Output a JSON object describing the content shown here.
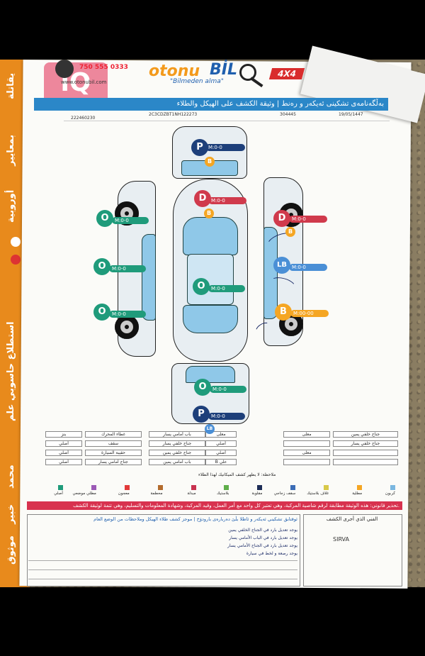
{
  "spine": {
    "vertical_texts": [
      "يقاتلة",
      "بمعايير",
      "أوروبية",
      "استطلاع حاسوبي علم",
      "محمد",
      "خبير",
      "موثوق"
    ]
  },
  "header": {
    "phone": "750 555 0333",
    "website": "www.otonubil.com",
    "logo_part1": "otonu",
    "logo_part2": "BİL",
    "slogan": "\"Bilmeden alma\"",
    "badge": "4X4",
    "watermark": "iQ",
    "title": "بەڵگەنامەی تشکینی ئەیکەر و رەنط | وثيقة الكشف على الهيكل والطلاء"
  },
  "info_row": {
    "serial": "222460230",
    "vin": "2C3CDZBT1NH122273",
    "doc_no": "304445",
    "date": "19/05/1447"
  },
  "diagram": {
    "markers": [
      {
        "letter": "P",
        "value": "M:0-0"
      },
      {
        "letter": "B",
        "value": ""
      },
      {
        "letter": "D",
        "value": "M:0-0"
      },
      {
        "letter": "B",
        "value": ""
      },
      {
        "letter": "O",
        "value": "M:0-0"
      },
      {
        "letter": "O",
        "value": "M:0-0"
      },
      {
        "letter": "O",
        "value": "M:0-0"
      },
      {
        "letter": "O",
        "value": "M:0-0"
      },
      {
        "letter": "D",
        "value": "M:0-0"
      },
      {
        "letter": "B",
        "value": ""
      },
      {
        "letter": "LB",
        "value": "M:0-0"
      },
      {
        "letter": "B",
        "value": "M:00-00"
      },
      {
        "letter": "O",
        "value": "M:0-0"
      },
      {
        "letter": "P",
        "value": "M:0-0"
      },
      {
        "letter": "LB",
        "value": ""
      }
    ]
  },
  "table": {
    "rows": [
      [
        "جناح خلفي يمين",
        "معلى",
        "باب أمامي يسار",
        "معلى",
        "غطاء المحرك",
        "بنز"
      ],
      [
        "جناح خلفي يسار",
        "",
        "جناح خلفي يسار",
        "أصلي",
        "سقف",
        "أصلي"
      ],
      [
        "",
        "معلى",
        "جناح خلفي يمين",
        "أصلي",
        "حقيبة السيارة",
        "أصلي"
      ],
      [
        "",
        "",
        "باب أمامي يمين",
        "B علي",
        "جناح أمامي يسار",
        "أصلي"
      ]
    ],
    "notes_line": "ملاحظة: لا يظهر كشف الميكانيك لهذا الطلاء"
  },
  "legend": [
    {
      "label": "كربون",
      "color": "#7ab7e0"
    },
    {
      "label": "مطلية",
      "color": "#f5a623"
    },
    {
      "label": "غلاف بلاستيك",
      "color": "#d8c94a"
    },
    {
      "label": "سقف زجاجي",
      "color": "#3b6cb5"
    },
    {
      "label": "مقلوبة",
      "color": "#1d2d57"
    },
    {
      "label": "بلاستيك",
      "color": "#5fae4b"
    },
    {
      "label": "مبدلة",
      "color": "#c8324f"
    },
    {
      "label": "محطمة",
      "color": "#b36b2d"
    },
    {
      "label": "معجون",
      "color": "#e23a3a"
    },
    {
      "label": "مطلي موضعي",
      "color": "#9b59b6"
    },
    {
      "label": "أصلي",
      "color": "#1f9b7b"
    }
  ],
  "warning": "تحذير قانوني: هذه الوثيقة مطابقة لرقم شاصية المركبة، وهي تعتبر كل واحد مع أمر العمل، وقيد المركبة، وشهادة المعلومات والتسليم، وهي تتمة لوثيقة الكشف.",
  "notes": {
    "header": "ئوقتابق تشكيني ئەیکەر و ئاطلا بڵێ دەربارەی بارودۆخ | موجز كشف طلاء الهيكل وملاحظات من الوضع العام",
    "lines": [
      "يوجد تعديل بارد في الجناح الخلفي يمين",
      "يوجد تعديل بارد في الباب الأمامي يسار",
      "يوجد تعديل بارد في الجناح الأمامي يسار",
      "يوجد رصعة و لخط في سيارة"
    ]
  },
  "signature": {
    "header": "الفني الذي أجرى الكشف",
    "name": "SIRVA"
  }
}
